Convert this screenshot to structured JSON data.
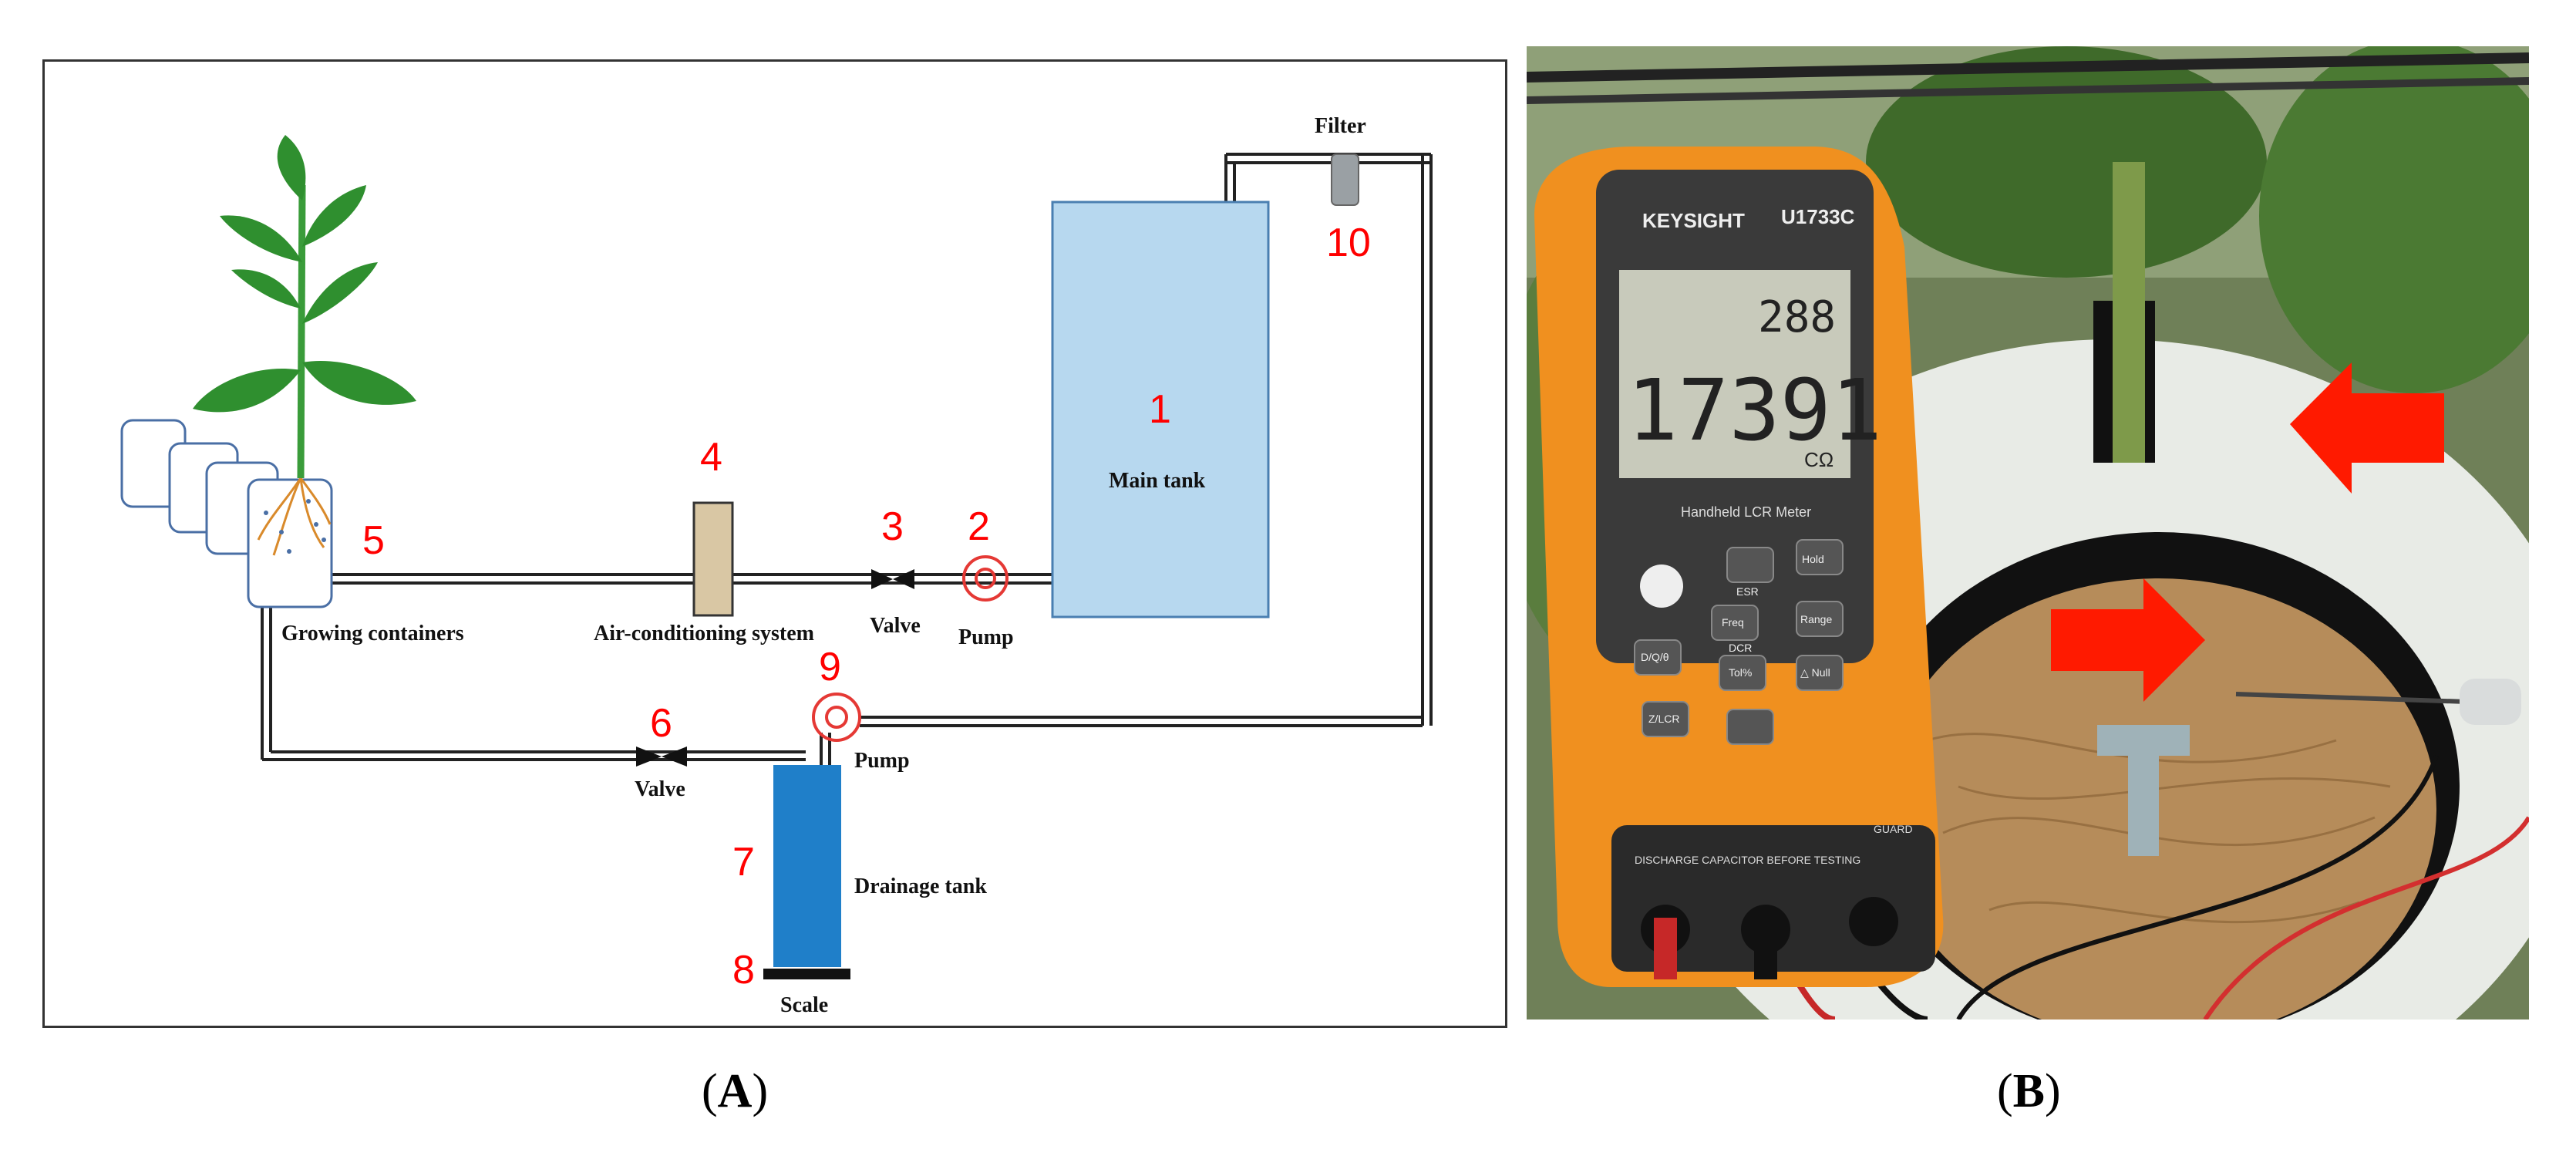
{
  "panel_a": {
    "caption_letter": "A",
    "numbers": [
      "1",
      "2",
      "3",
      "4",
      "5",
      "6",
      "7",
      "8",
      "9",
      "10"
    ],
    "labels": {
      "main_tank": "Main tank",
      "pump_top": "Pump",
      "valve_top": "Valve",
      "air_conditioning": "Air-conditioning system",
      "growing_containers": "Growing containers",
      "filter": "Filter",
      "pump_bottom": "Pump",
      "valve_bottom": "Valve",
      "drainage_tank": "Drainage tank",
      "scale": "Scale"
    },
    "colors": {
      "tank": "#b7d8ef",
      "drainage": "#1f7fc9",
      "number": "#ff0000",
      "pump": "#e53935"
    }
  },
  "panel_b": {
    "caption_letter": "B",
    "meter": {
      "brand": "KEYSIGHT",
      "model": "U1733C",
      "secondary_reading": "288",
      "main_reading": "17391",
      "unit": "CΩ",
      "subtitle": "Handheld LCR Meter",
      "warning": "DISCHARGE CAPACITOR BEFORE TESTING",
      "guard": "GUARD",
      "buttons": [
        "Hold",
        "ESR",
        "Range",
        "Freq",
        "DCR",
        "△ Null",
        "D/Q/θ",
        "Tol%",
        "Z/LCR"
      ]
    },
    "colors": {
      "meter_body": "#f0901f",
      "arrow": "#ff1a00",
      "lcd": "#c8cabb"
    }
  }
}
